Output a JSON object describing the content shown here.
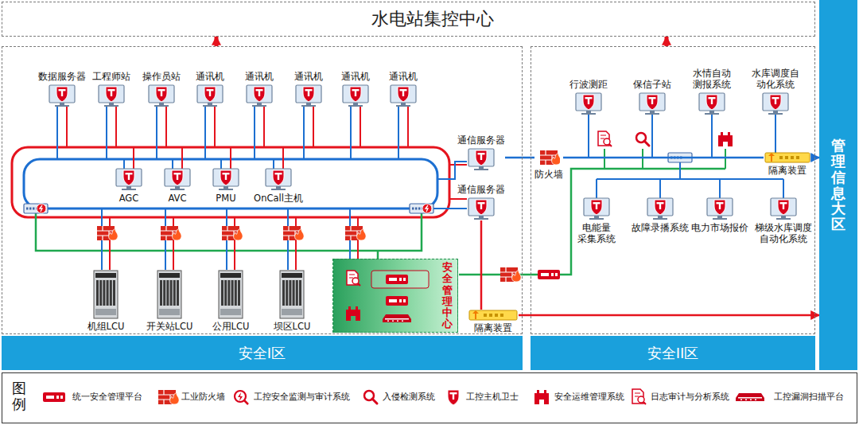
{
  "diagram": {
    "nodes": [
      {
        "text": [
          "水电站集控中心"
        ]
      },
      {
        "text": [
          "安全I区"
        ]
      },
      {
        "text": [
          "数据服务器"
        ],
        "in": 1
      },
      {
        "text": [
          "工程师站"
        ],
        "in": 1
      },
      {
        "text": [
          "操作员站"
        ],
        "in": 1
      },
      {
        "text": [
          "通讯机"
        ],
        "in": 1
      },
      {
        "text": [
          "通讯机"
        ],
        "in": 1
      },
      {
        "text": [
          "通讯机"
        ],
        "in": 1
      },
      {
        "text": [
          "通讯机"
        ],
        "in": 1
      },
      {
        "text": [
          "通讯机"
        ],
        "in": 1
      },
      {
        "text": [
          "AGC"
        ],
        "in": 1
      },
      {
        "text": [
          "AVC"
        ],
        "in": 1
      },
      {
        "text": [
          "PMU"
        ],
        "in": 1
      },
      {
        "text": [
          "OnCall主机"
        ],
        "in": 1
      },
      {
        "text": [
          "通信服务器"
        ],
        "in": 1
      },
      {
        "text": [
          "通信服务器"
        ],
        "in": 1
      },
      {
        "text": [
          "机组LCU"
        ],
        "in": 1
      },
      {
        "text": [
          "开关站LCU"
        ],
        "in": 1
      },
      {
        "text": [
          "公用LCU"
        ],
        "in": 1
      },
      {
        "text": [
          "坝区LCU"
        ],
        "in": 1
      },
      {
        "text": [
          "安全管理中心"
        ],
        "in": 1
      },
      {
        "text": [
          "防火墙"
        ]
      },
      {
        "text": [
          "安全II区"
        ]
      },
      {
        "text": [
          "行波测距"
        ],
        "in": 22
      },
      {
        "text": [
          "保信子站"
        ],
        "in": 22
      },
      {
        "text": [
          "水情自动 测报系统"
        ],
        "in": 22
      },
      {
        "text": [
          "水库调度自 动化系统"
        ],
        "in": 22
      },
      {
        "text": [
          "隔离装置"
        ],
        "in": 22
      },
      {
        "text": [
          "电能量 采集系统"
        ],
        "in": 22
      },
      {
        "text": [
          "故障录播系统"
        ],
        "in": 22
      },
      {
        "text": [
          "电力市场报价"
        ],
        "in": 22
      },
      {
        "text": [
          "梯级水库调度 自动化系统"
        ],
        "in": 22
      },
      {
        "text": [
          "隔离装置"
        ]
      },
      {
        "text": [
          "管理信息大区"
        ]
      }
    ],
    "edges": [
      {
        "from": 1,
        "to": 0,
        "arrow": "to"
      },
      {
        "from": 22,
        "to": 0,
        "arrow": "to"
      },
      {
        "from": 14,
        "to": 21,
        "arrow": "none"
      },
      {
        "from": 21,
        "to": 27,
        "arrow": "none"
      },
      {
        "from": 27,
        "to": 33,
        "arrow": "to"
      },
      {
        "from": 15,
        "to": 32,
        "arrow": "none"
      },
      {
        "from": 32,
        "to": 33,
        "arrow": "to"
      }
    ],
    "labels": [
      "图例"
    ],
    "legend": [
      {
        "text": "统一安全管理平台"
      },
      {
        "text": "工业防火墙"
      },
      {
        "text": "工控安全监测与审计系统"
      },
      {
        "text": "入侵检测系统"
      },
      {
        "text": "工控主机卫士"
      },
      {
        "text": "安全运维管理系统"
      },
      {
        "text": "日志审计与分析系统"
      },
      {
        "text": "工控漏洞扫描平台"
      }
    ]
  }
}
